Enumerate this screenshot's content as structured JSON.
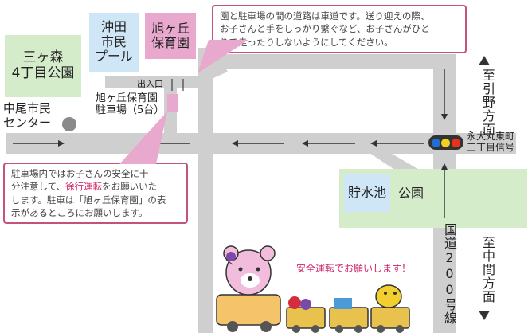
{
  "places": {
    "sanka_mori_park": "三ヶ森\n4丁目公園",
    "okita_pool": "沖田\n市民\nプール",
    "asahigaoka_nursery": "旭ヶ丘\n保育園",
    "nakao_center": "中尾市民\nセンター",
    "parking_lot": "旭ヶ丘保育園\n駐車場（5台）",
    "entrance": "出入口",
    "chosuiike": "貯水池",
    "park": "公園"
  },
  "directions": {
    "to_hikino_top": "至引野方面",
    "to_nakama_bottom": "至中間方面",
    "route_200": "国道200号線"
  },
  "signal": {
    "label": "永犬丸東町\n三丁目信号",
    "colors": [
      "#1e6fd0",
      "#f2d21f",
      "#e8321e"
    ]
  },
  "notes": {
    "top": "園と駐車場の間の道路は車道です。送り迎えの際、\nお子さんと手をしっかり繋ぐなど、お子さんがひと\nりで走ったりしないようにしてください。",
    "left_pre": "駐車場内ではお子さんの安全に十\n分注意して、",
    "left_highlight": "徐行運転",
    "left_post": "をお願いいた\nします。駐車は「旭ヶ丘保育園」の表\n示があるところにお願いします。"
  },
  "slogan": "安全運転でお願いします！",
  "colors": {
    "road": "#cfcfcf",
    "arrow": "#333333",
    "park_green": "#d5eccb",
    "pool_blue": "#cfe6f7",
    "nursery_pink": "#e9a9cf",
    "note_border": "#c4527e",
    "highlight": "#d0246a"
  }
}
